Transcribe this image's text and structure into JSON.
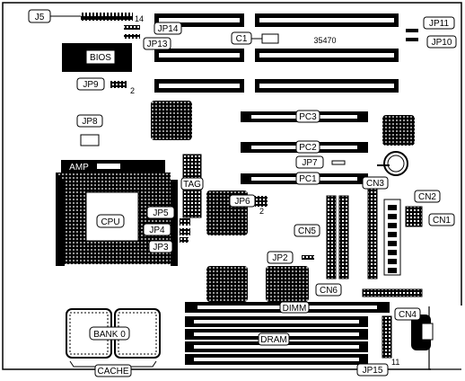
{
  "labels": {
    "j5": "J5",
    "jp14": "JP14",
    "jp13": "JP13",
    "jp11": "JP11",
    "jp10": "JP10",
    "c1": "C1",
    "board_no": "35470",
    "bios": "BIOS",
    "jp9": "JP9",
    "jp8": "JP8",
    "pc3": "PC3",
    "pc2": "PC2",
    "pc1": "PC1",
    "jp7": "JP7",
    "amp": "AMP",
    "tag": "TAG",
    "cpu": "CPU",
    "jp5": "JP5",
    "jp4": "JP4",
    "jp3": "JP3",
    "jp6": "JP6",
    "cn3": "CN3",
    "cn2": "CN2",
    "cn1": "CN1",
    "cn5": "CN5",
    "jp2": "JP2",
    "cn6": "CN6",
    "cn4": "CN4",
    "dimm": "DIMM",
    "dram": "DRAM",
    "bank0": "BANK 0",
    "cache": "CACHE",
    "jp15": "JP15"
  },
  "pin_numbers": {
    "j5_pin": "14",
    "jp9_pin": "2",
    "jp6_pin": "2",
    "jp15_pin": "11"
  },
  "colors": {
    "board_bg": "#ffffff",
    "ink": "#000000",
    "chip_fill": "#111111",
    "label_box": "#ffffff"
  }
}
